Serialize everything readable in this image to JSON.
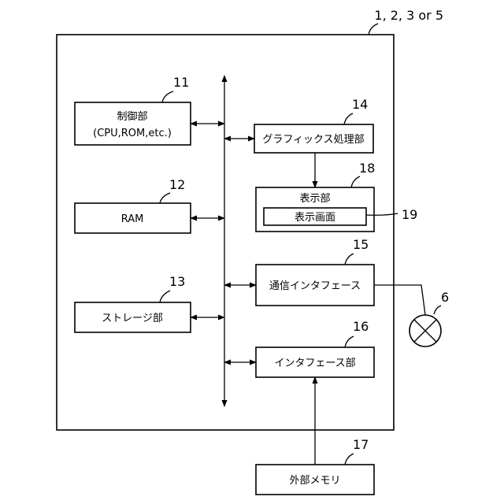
{
  "figure": {
    "device_ref": "1, 2, 3 or 5",
    "blocks": {
      "control": {
        "ref": "11",
        "line1": "制御部",
        "line2": "(CPU,ROM,etc.)"
      },
      "ram": {
        "ref": "12",
        "label": "RAM"
      },
      "storage": {
        "ref": "13",
        "label": "ストレージ部"
      },
      "graphics": {
        "ref": "14",
        "label": "グラフィックス処理部"
      },
      "display": {
        "ref": "18",
        "label": "表示部"
      },
      "screen": {
        "ref": "19",
        "label": "表示画面"
      },
      "comm": {
        "ref": "15",
        "label": "通信インタフェース"
      },
      "iface": {
        "ref": "16",
        "label": "インタフェース部"
      },
      "memory": {
        "ref": "17",
        "label": "外部メモリ"
      },
      "network": {
        "ref": "6"
      }
    }
  }
}
